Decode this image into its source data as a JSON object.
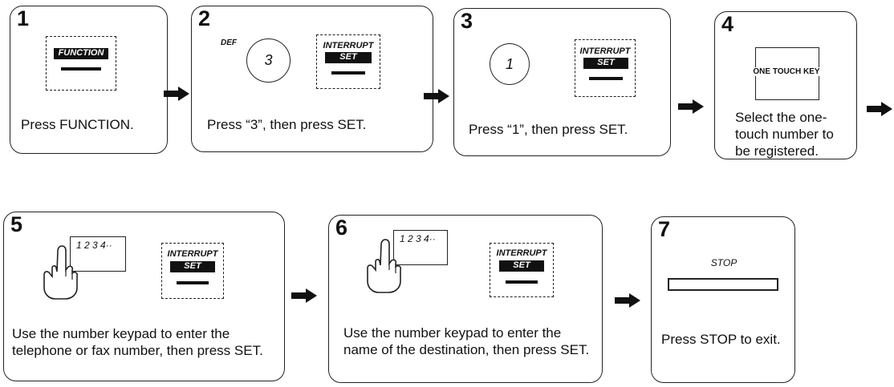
{
  "steps": [
    {
      "number": "1",
      "text": "Press FUNCTION.",
      "key_label": "FUNCTION"
    },
    {
      "number": "2",
      "text": "Press “3”, then press SET.",
      "small_label": "DEF",
      "digit": "3",
      "key_caption": "INTERRUPT",
      "key_label": "SET"
    },
    {
      "number": "3",
      "text": "Press “1”, then press SET.",
      "digit": "1",
      "key_caption": "INTERRUPT",
      "key_label": "SET"
    },
    {
      "number": "4",
      "text": "Select the one-touch number to be registered.",
      "key_caption": "ONE TOUCH KEY"
    },
    {
      "number": "5",
      "text": "Use the number keypad to enter the telephone or fax number, then press SET.",
      "keypad_digits": "1 2 3 4··",
      "key_caption": "INTERRUPT",
      "key_label": "SET"
    },
    {
      "number": "6",
      "text": "Use the number keypad to enter the name of the destination, then press SET.",
      "keypad_digits": "1 2 3 4··",
      "key_caption": "INTERRUPT",
      "key_label": "SET"
    },
    {
      "number": "7",
      "text": "Press STOP to exit.",
      "key_caption": "STOP"
    }
  ],
  "icons": {
    "arrow": "right-arrow-icon",
    "hand": "pointing-hand-icon"
  }
}
